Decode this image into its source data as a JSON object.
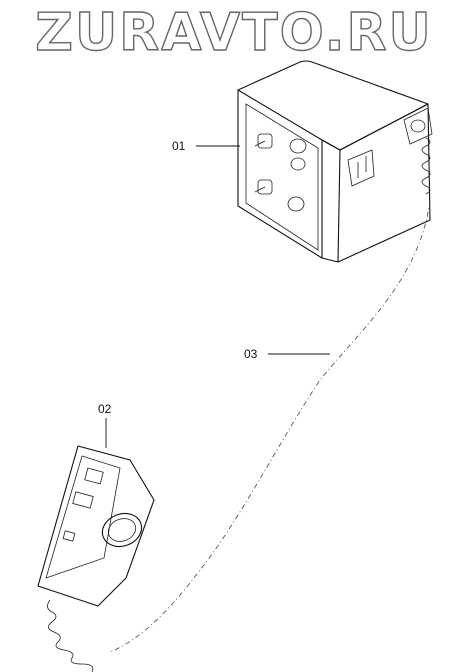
{
  "watermark": {
    "text": "ZURAVTO.RU"
  },
  "corner_mark": {
    "text": ""
  },
  "callouts": {
    "c01": "01",
    "c02": "02",
    "c03": "03"
  }
}
